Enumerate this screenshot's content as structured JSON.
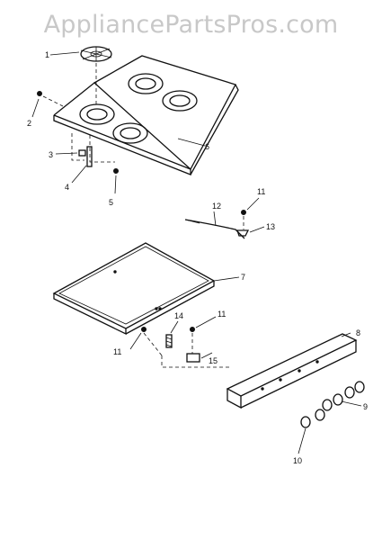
{
  "watermark": "AppliancePartsPros.com",
  "callouts": {
    "c1": "1",
    "c2": "2",
    "c3": "3",
    "c4": "4",
    "c5": "5",
    "c6": "6",
    "c7": "7",
    "c8": "8",
    "c9": "9",
    "c10": "10",
    "c11a": "11",
    "c11b": "11",
    "c11c": "11",
    "c12": "12",
    "c13": "13",
    "c14": "14",
    "c15": "15"
  }
}
